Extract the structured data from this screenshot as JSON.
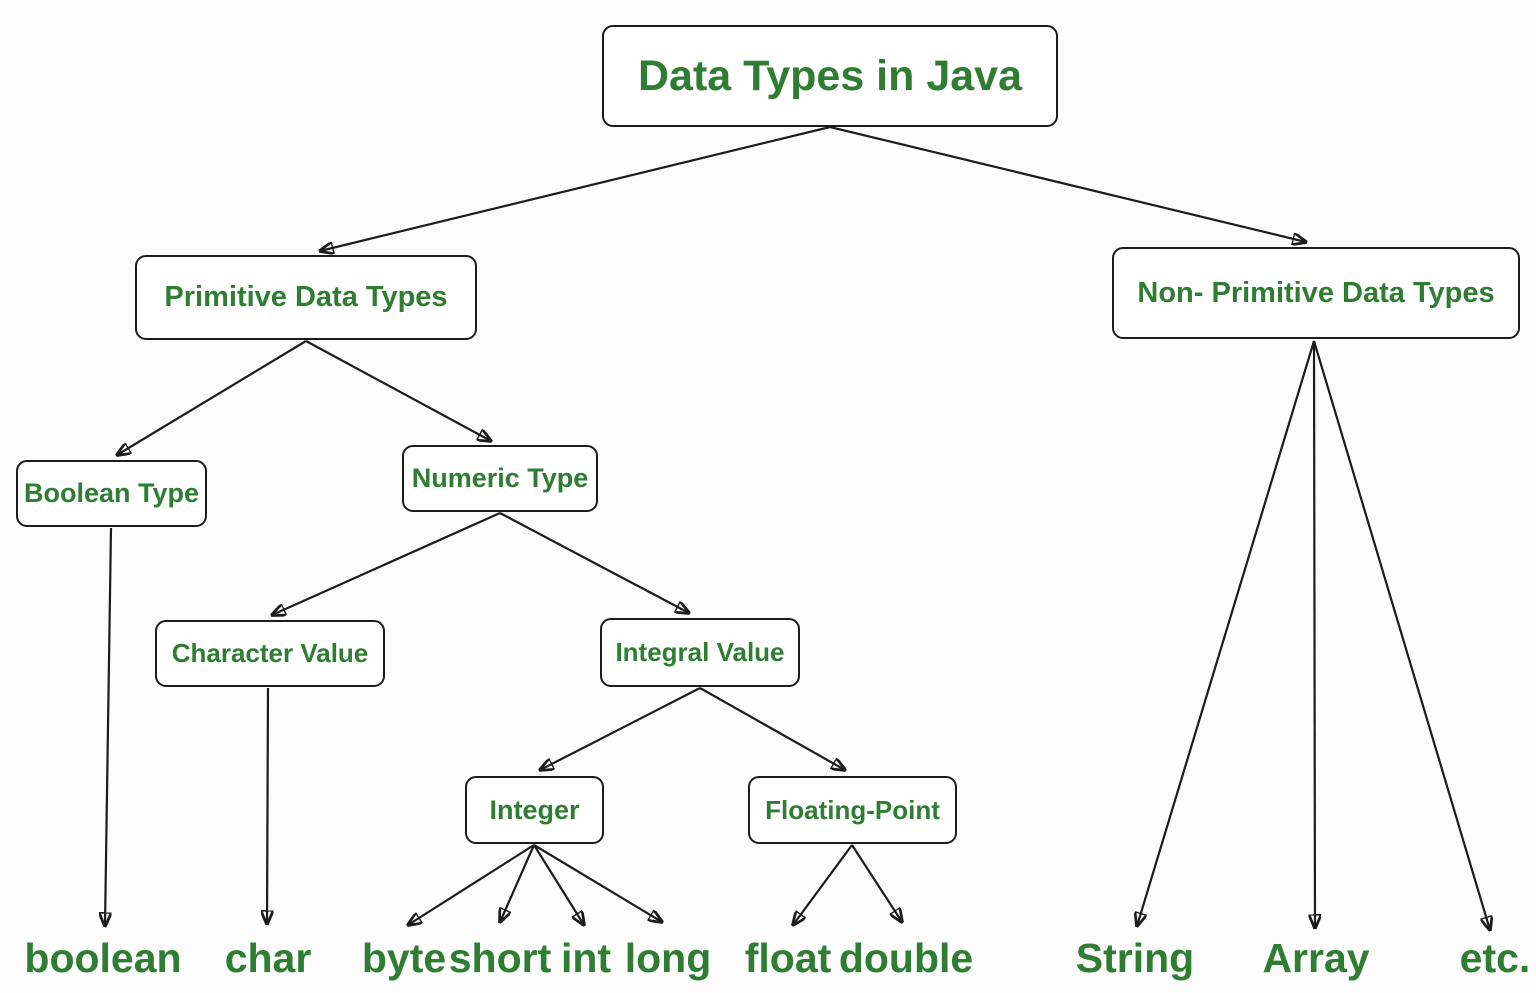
{
  "diagram": {
    "title": "Data Types in Java",
    "nodes": {
      "root": "Data Types in Java",
      "primitive": "Primitive Data Types",
      "non_primitive": "Non- Primitive Data Types",
      "boolean_type": "Boolean Type",
      "numeric_type": "Numeric Type",
      "character_value": "Character Value",
      "integral_value": "Integral Value",
      "integer": "Integer",
      "floating_point": "Floating-Point"
    },
    "leaves": {
      "boolean": "boolean",
      "char": "char",
      "byte": "byte",
      "short": "short",
      "int": "int",
      "long": "long",
      "float": "float",
      "double": "double",
      "string": "String",
      "array": "Array",
      "etc": "etc."
    },
    "edges": [
      {
        "from": "root",
        "to": "primitive"
      },
      {
        "from": "root",
        "to": "non_primitive"
      },
      {
        "from": "primitive",
        "to": "boolean_type"
      },
      {
        "from": "primitive",
        "to": "numeric_type"
      },
      {
        "from": "numeric_type",
        "to": "character_value"
      },
      {
        "from": "numeric_type",
        "to": "integral_value"
      },
      {
        "from": "integral_value",
        "to": "integer"
      },
      {
        "from": "integral_value",
        "to": "floating_point"
      },
      {
        "from": "boolean_type",
        "to": "boolean"
      },
      {
        "from": "character_value",
        "to": "char"
      },
      {
        "from": "integer",
        "to": "byte"
      },
      {
        "from": "integer",
        "to": "short"
      },
      {
        "from": "integer",
        "to": "int"
      },
      {
        "from": "integer",
        "to": "long"
      },
      {
        "from": "floating_point",
        "to": "float"
      },
      {
        "from": "floating_point",
        "to": "double"
      },
      {
        "from": "non_primitive",
        "to": "string"
      },
      {
        "from": "non_primitive",
        "to": "array"
      },
      {
        "from": "non_primitive",
        "to": "etc"
      }
    ],
    "colors": {
      "text_green": "#2e7d32",
      "line_black": "#1c1c1c",
      "background": "#fcfcfc",
      "node_fill": "#ffffff"
    }
  }
}
